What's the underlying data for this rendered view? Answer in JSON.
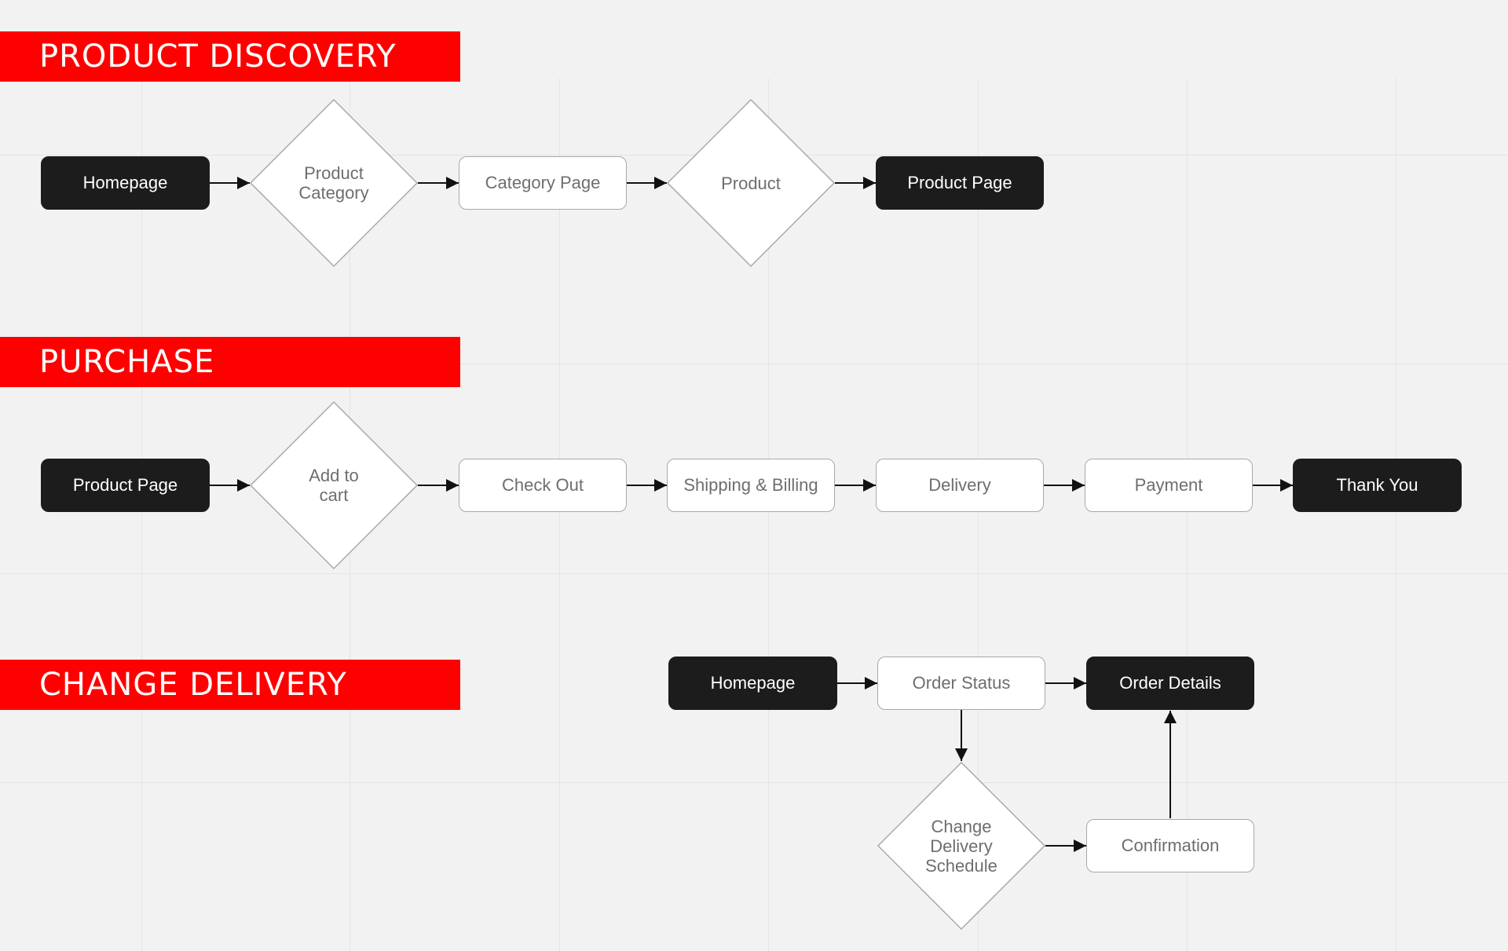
{
  "sections": {
    "discovery": {
      "title": "PRODUCT DISCOVERY"
    },
    "purchase": {
      "title": "PURCHASE"
    },
    "change_delivery": {
      "title": "CHANGE DELIVERY"
    }
  },
  "discovery": {
    "homepage": "Homepage",
    "product_category": "Product\nCategory",
    "category_page": "Category Page",
    "product": "Product",
    "product_page": "Product Page"
  },
  "purchase": {
    "product_page": "Product Page",
    "add_to_cart": "Add to\ncart",
    "check_out": "Check Out",
    "shipping_billing": "Shipping & Billing",
    "delivery": "Delivery",
    "payment": "Payment",
    "thank_you": "Thank You"
  },
  "change_delivery": {
    "homepage": "Homepage",
    "order_status": "Order Status",
    "order_details": "Order Details",
    "change_schedule": "Change\nDelivery\nSchedule",
    "confirmation": "Confirmation"
  },
  "colors": {
    "banner": "#ff0000",
    "dark_node": "#1c1c1c",
    "light_node_border": "#a8a8a8",
    "background": "#f2f2f2"
  }
}
